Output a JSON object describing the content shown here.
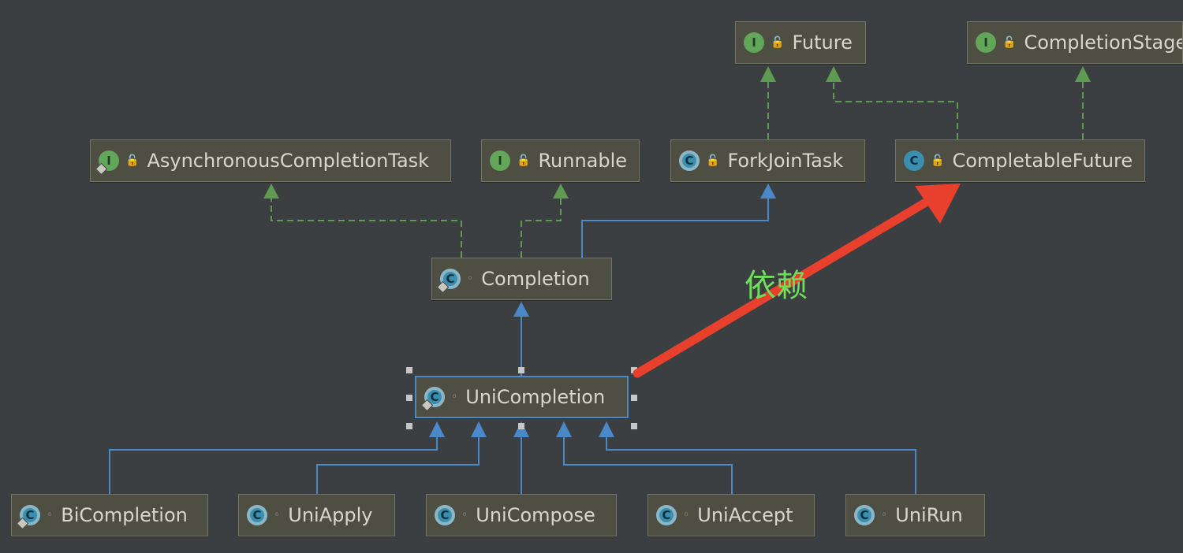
{
  "colors": {
    "background": "#3c3f41",
    "node_fill": "#4e4f42",
    "node_border": "#757565",
    "implements_edge": "#5f9a52",
    "extends_edge": "#4a88c7",
    "selection": "#4a88c7",
    "annotation_arrow": "#e8402c",
    "annotation_text": "#6fe05b"
  },
  "annotation": {
    "text": "依赖"
  },
  "nodes": [
    {
      "id": "future",
      "kind": "interface",
      "icon": "interface-icon",
      "vis": "public",
      "label": "Future"
    },
    {
      "id": "completion-stage",
      "kind": "interface",
      "icon": "interface-icon",
      "vis": "public",
      "label": "CompletionStage"
    },
    {
      "id": "async-completion-task",
      "kind": "interface-annotation",
      "icon": "interface-icon",
      "vis": "public",
      "label": "AsynchronousCompletionTask"
    },
    {
      "id": "runnable",
      "kind": "interface",
      "icon": "interface-icon",
      "vis": "public",
      "label": "Runnable"
    },
    {
      "id": "fork-join-task",
      "kind": "abstract-class",
      "icon": "abstract-class-icon",
      "vis": "public",
      "label": "ForkJoinTask"
    },
    {
      "id": "completable-future",
      "kind": "class",
      "icon": "class-icon",
      "vis": "public",
      "label": "CompletableFuture"
    },
    {
      "id": "completion",
      "kind": "abstract-class",
      "icon": "abstract-class-icon",
      "vis": "package",
      "label": "Completion"
    },
    {
      "id": "uni-completion",
      "kind": "abstract-class",
      "icon": "abstract-class-icon",
      "vis": "package",
      "label": "UniCompletion",
      "selected": true
    },
    {
      "id": "bi-completion",
      "kind": "abstract-class",
      "icon": "abstract-class-icon",
      "vis": "package",
      "label": "BiCompletion"
    },
    {
      "id": "uni-apply",
      "kind": "class",
      "icon": "class-icon",
      "vis": "package",
      "label": "UniApply"
    },
    {
      "id": "uni-compose",
      "kind": "class",
      "icon": "class-icon",
      "vis": "package",
      "label": "UniCompose"
    },
    {
      "id": "uni-accept",
      "kind": "class",
      "icon": "class-icon",
      "vis": "package",
      "label": "UniAccept"
    },
    {
      "id": "uni-run",
      "kind": "class",
      "icon": "class-icon",
      "vis": "package",
      "label": "UniRun"
    }
  ],
  "edges": [
    {
      "from": "completion",
      "to": "async-completion-task",
      "type": "implements"
    },
    {
      "from": "completion",
      "to": "runnable",
      "type": "implements"
    },
    {
      "from": "completion",
      "to": "fork-join-task",
      "type": "extends"
    },
    {
      "from": "fork-join-task",
      "to": "future",
      "type": "implements"
    },
    {
      "from": "completable-future",
      "to": "future",
      "type": "implements"
    },
    {
      "from": "completable-future",
      "to": "completion-stage",
      "type": "implements"
    },
    {
      "from": "uni-completion",
      "to": "completion",
      "type": "extends"
    },
    {
      "from": "bi-completion",
      "to": "uni-completion",
      "type": "extends"
    },
    {
      "from": "uni-apply",
      "to": "uni-completion",
      "type": "extends"
    },
    {
      "from": "uni-compose",
      "to": "uni-completion",
      "type": "extends"
    },
    {
      "from": "uni-accept",
      "to": "uni-completion",
      "type": "extends"
    },
    {
      "from": "uni-run",
      "to": "uni-completion",
      "type": "extends"
    },
    {
      "from": "uni-completion",
      "to": "completable-future",
      "type": "dependency-annotation"
    }
  ]
}
